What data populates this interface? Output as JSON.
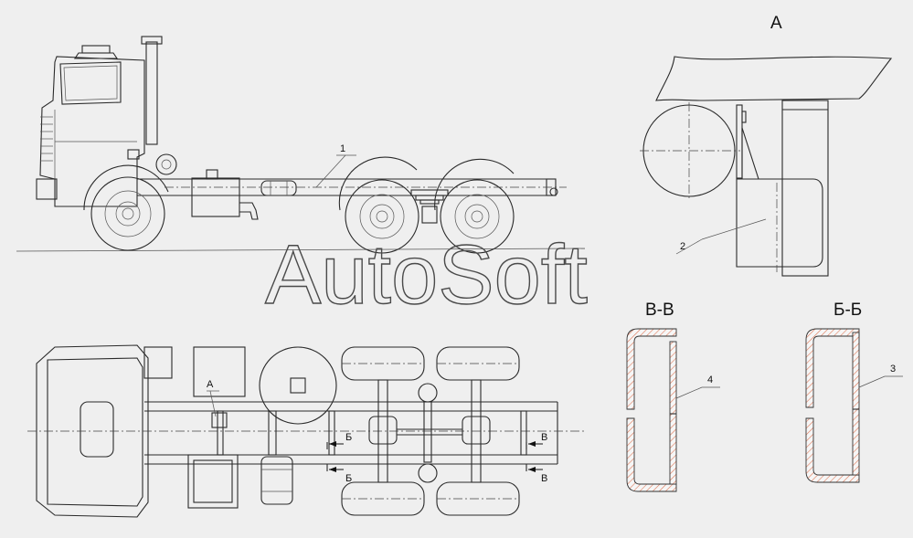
{
  "watermark": "AutoSoft",
  "views": {
    "detail": "А",
    "section_vv": "В-В",
    "section_bb": "Б-Б"
  },
  "callouts": {
    "c1": "1",
    "c2": "2",
    "c3": "3",
    "c4": "4",
    "plan_a": "А"
  },
  "section_marks": {
    "b_top": "Б",
    "b_bottom": "Б",
    "v_top": "В",
    "v_bottom": "В"
  }
}
